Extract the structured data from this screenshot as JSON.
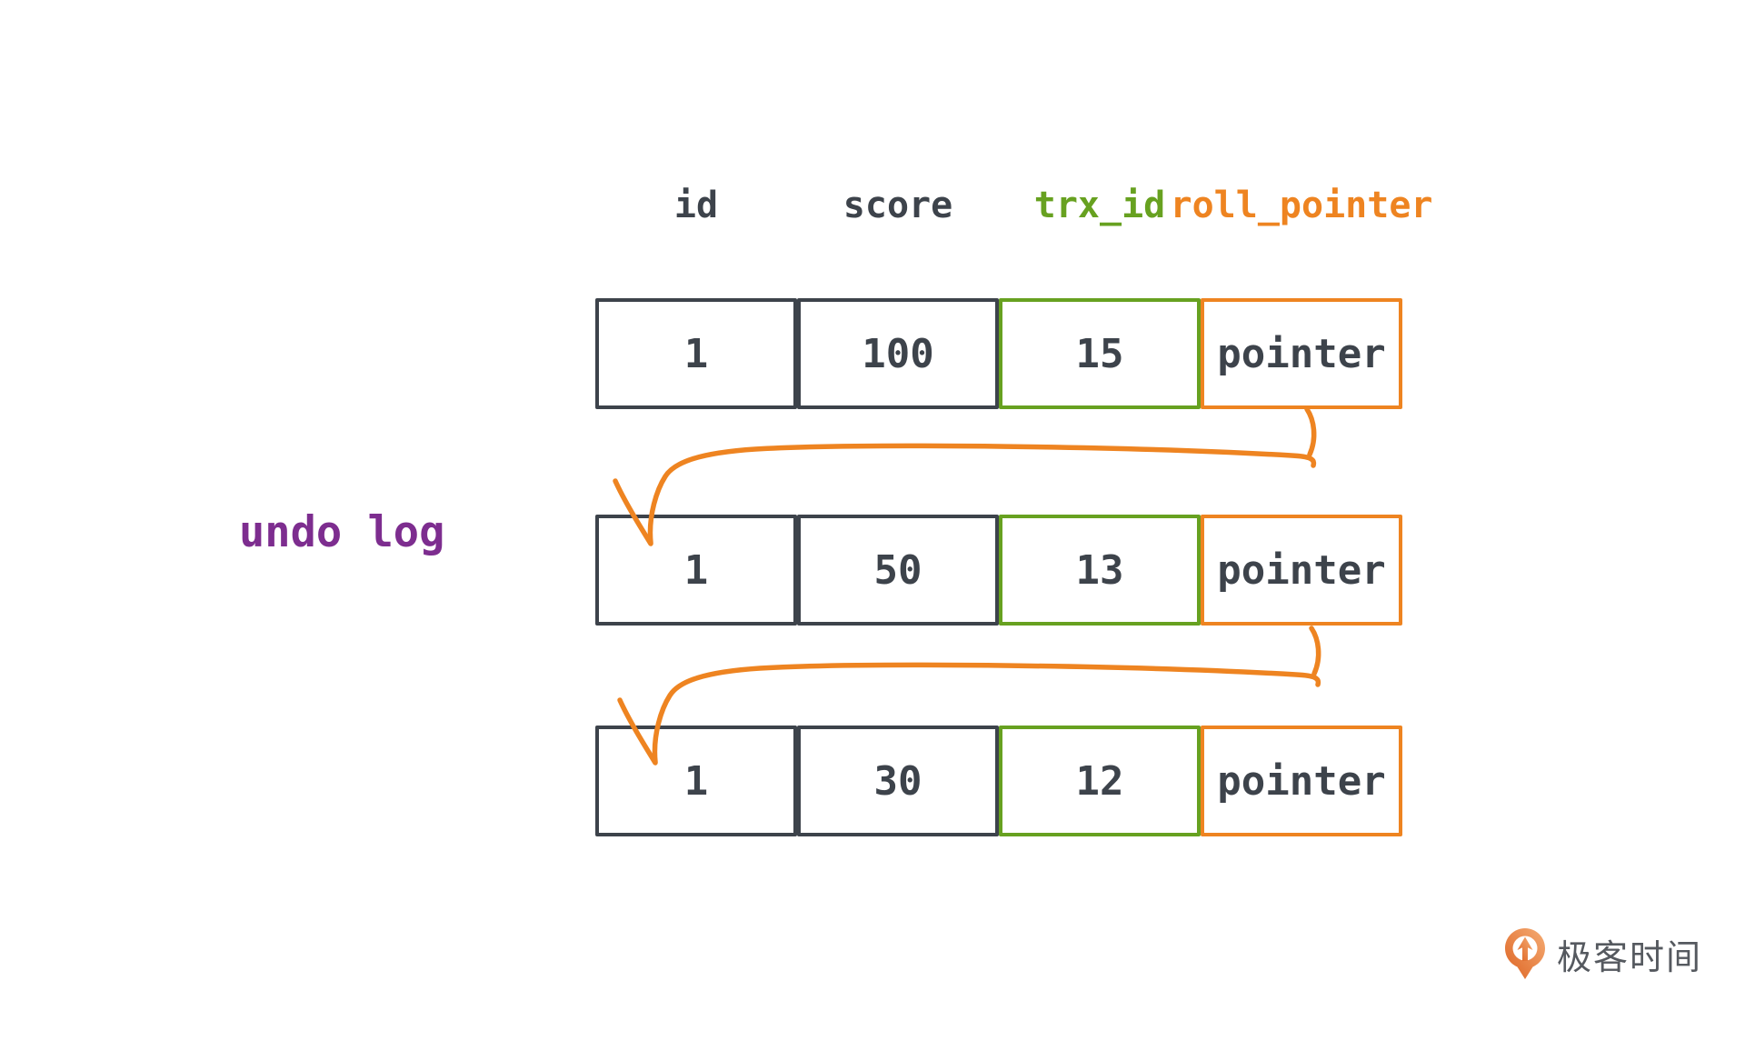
{
  "diagram": {
    "label": {
      "text": "undo log",
      "color": "#7d2d8f"
    },
    "columns": [
      {
        "key": "id",
        "label": "id",
        "color": "#3d434b"
      },
      {
        "key": "score",
        "label": "score",
        "color": "#3d434b"
      },
      {
        "key": "trx_id",
        "label": "trx_id",
        "color": "#67a120"
      },
      {
        "key": "roll_pointer",
        "label": "roll_pointer",
        "color": "#ee8421"
      }
    ],
    "rows": [
      {
        "cells": [
          "1",
          "100",
          "15",
          "pointer"
        ]
      },
      {
        "cells": [
          "1",
          "50",
          "13",
          "pointer"
        ]
      },
      {
        "cells": [
          "1",
          "30",
          "12",
          "pointer"
        ]
      }
    ],
    "arrows": [
      {
        "from": "row-1 roll_pointer",
        "to": "row-2 id",
        "color": "#ee8421",
        "style": "hand-drawn"
      },
      {
        "from": "row-2 roll_pointer",
        "to": "row-3 id",
        "color": "#ee8421",
        "style": "hand-drawn"
      }
    ],
    "colors": {
      "box_border_dark": "#3d434b",
      "box_border_green": "#67a120",
      "box_border_orange": "#ee8421",
      "cell_text": "#3d434b",
      "background": "#ffffff"
    }
  },
  "logo": {
    "text": "极客时间",
    "icon": "geektime-pin-icon",
    "text_color": "#55595f",
    "icon_colors": {
      "gradient_light": "#f5ac74",
      "gradient_dark": "#dd6322"
    }
  }
}
